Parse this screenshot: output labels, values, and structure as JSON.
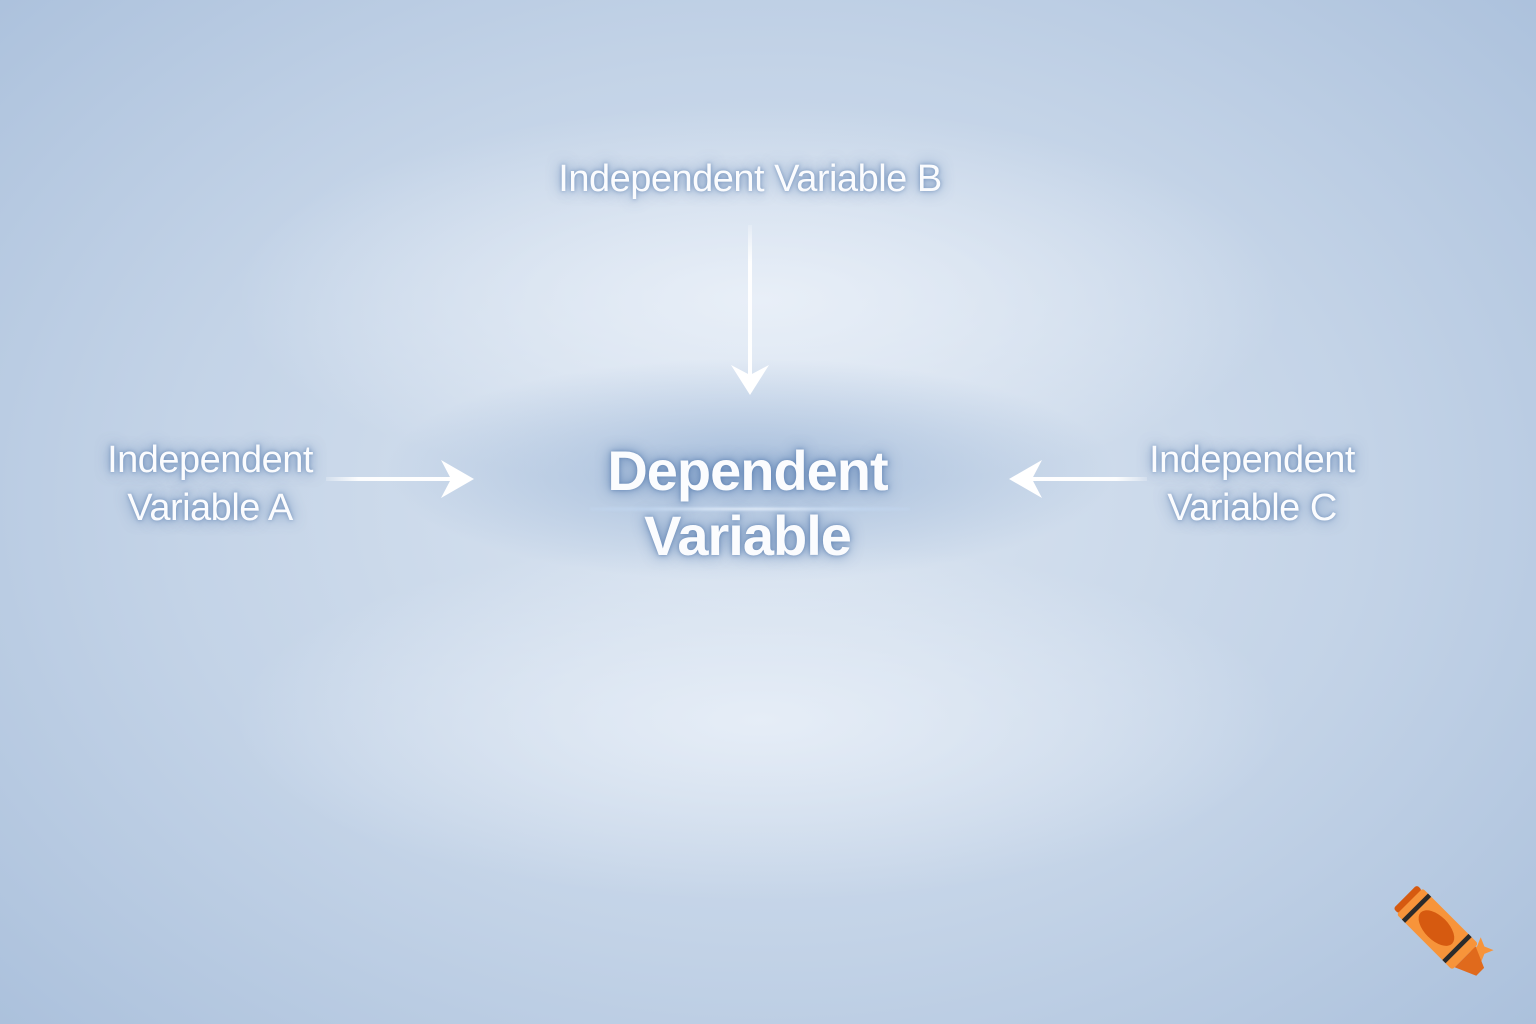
{
  "diagram": {
    "type": "cause-effect",
    "center_node": {
      "label": "Dependent Variable"
    },
    "nodes": [
      {
        "id": "B",
        "label": "Independent Variable B",
        "position": "top",
        "arrow_to": "center"
      },
      {
        "id": "A",
        "label_line1": "Independent",
        "label_line2": "Variable A",
        "position": "left",
        "arrow_to": "center"
      },
      {
        "id": "C",
        "label_line1": "Independent",
        "label_line2": "Variable C",
        "position": "right",
        "arrow_to": "center"
      }
    ]
  },
  "colors": {
    "background_light": "#e3ebf5",
    "background_dark": "#a9bfdb",
    "text": "#fbfcfe",
    "logo_orange": "#f7943a",
    "logo_dark_orange": "#d65a10"
  },
  "logo": {
    "icon": "crayon-icon"
  }
}
